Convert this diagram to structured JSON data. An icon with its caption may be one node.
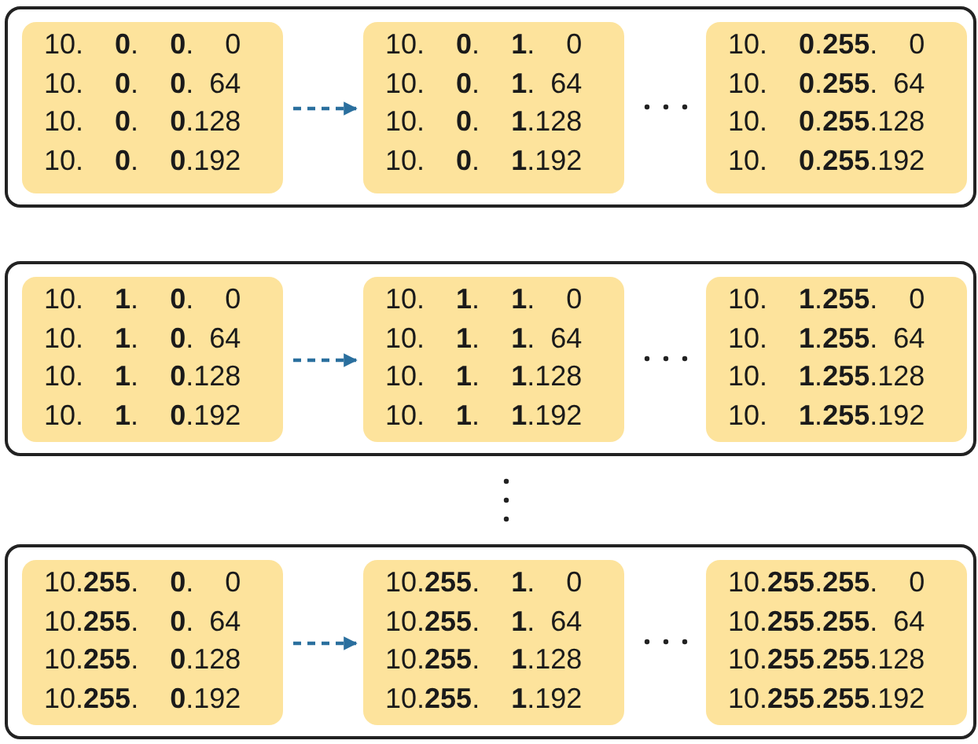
{
  "diagram": {
    "nodes": [
      {
        "text": [],
        "shape": "box"
      },
      {
        "text": [
          "10.    **0**.    **0**.    0",
          "10.    **0**.    **0**.  64",
          "10.    **0**.    **0**.128",
          "10.    **0**.    **0**.192"
        ],
        "in": 0
      },
      {
        "text": [
          "10.    **0**.    **1**.    0",
          "10.    **0**.    **1**.  64",
          "10.    **0**.    **1**.128",
          "10.    **0**.    **1**.192"
        ],
        "in": 0
      },
      {
        "text": [
          "10.    **0**.**255**.    0",
          "10.    **0**.**255**.  64",
          "10.    **0**.**255**.128",
          "10.    **0**.**255**.192"
        ],
        "in": 0
      },
      {
        "text": [],
        "shape": "box"
      },
      {
        "text": [
          "10.    **1**.    **0**.    0",
          "10.    **1**.    **0**.  64",
          "10.    **1**.    **0**.128",
          "10.    **1**.    **0**.192"
        ],
        "in": 4
      },
      {
        "text": [
          "10.    **1**.    **1**.    0",
          "10.    **1**.    **1**.  64",
          "10.    **1**.    **1**.128",
          "10.    **1**.    **1**.192"
        ],
        "in": 4
      },
      {
        "text": [
          "10.    **1**.**255**.    0",
          "10.    **1**.**255**.  64",
          "10.    **1**.**255**.128",
          "10.    **1**.**255**.192"
        ],
        "in": 4
      },
      {
        "text": [],
        "shape": "box"
      },
      {
        "text": [
          "10.**255**.    **0**.    0",
          "10.**255**.    **0**.  64",
          "10.**255**.    **0**.128",
          "10.**255**.    **0**.192"
        ],
        "in": 8
      },
      {
        "text": [
          "10.**255**.    **1**.    0",
          "10.**255**.    **1**.  64",
          "10.**255**.    **1**.128",
          "10.**255**.    **1**.192"
        ],
        "in": 8
      },
      {
        "text": [
          "10.**255**.**255**.    0",
          "10.**255**.**255**.  64",
          "10.**255**.**255**.128",
          "10.**255**.**255**.192"
        ],
        "in": 8
      }
    ],
    "edges": [
      {
        "from": 1,
        "to": 2,
        "arrow": "to",
        "style": "dashed"
      },
      {
        "from": 5,
        "to": 6,
        "arrow": "to",
        "style": "dashed"
      },
      {
        "from": 9,
        "to": 10,
        "arrow": "to",
        "style": "dashed"
      }
    ]
  }
}
